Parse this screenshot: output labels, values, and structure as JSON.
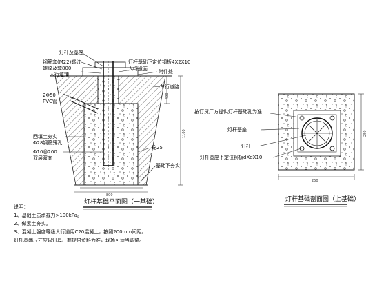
{
  "left_section": {
    "title": "灯杆基础平面图（一基础）",
    "labels": {
      "lamp_post_base": "灯杆及基座",
      "anchor_bolt": "钢筋套(M22)螺纹",
      "bolt_spec": "螺纹及套800",
      "sidewalk_paving": "人行道铺",
      "positioning_plate": "灯杆基础下定位钢板4X2X10",
      "sidewalk_surface": "人行道面",
      "pipe_marker": "附件处",
      "vehicle_lane": "车行道路",
      "cable_duct": "2Φ50",
      "cable_duct_2": "PVC管",
      "backfill": "回填土夯实",
      "rebar_28": "Φ28钢筋笼孔",
      "rebar_10": "Φ10@200",
      "double_layer": "双层双向",
      "concrete_c25": "砼25",
      "compacted_base": "基础下夯实"
    },
    "dims": {
      "d1": "400",
      "d2": "1100",
      "d3": "800"
    }
  },
  "right_section": {
    "title": "灯杆基础剖面图（上基础）",
    "labels": {
      "hole_note": "按订货厂方提供灯杆基础孔为准",
      "base": "灯杆基座",
      "pole": "灯杆",
      "plate": "灯杆基座下定位钢板dXdX10"
    },
    "dims": {
      "width": "250",
      "height": "250"
    }
  },
  "notes": {
    "heading": "说明：",
    "items": [
      "1、基础土质承载力>100kPa。",
      "2、做素土夯实。",
      "3、混凝土强度等级人行道用C20混凝土，按照200mm间距。",
      "   灯杆基础尺寸应以灯具厂商提供资料为准，现场可适当调整。"
    ]
  }
}
